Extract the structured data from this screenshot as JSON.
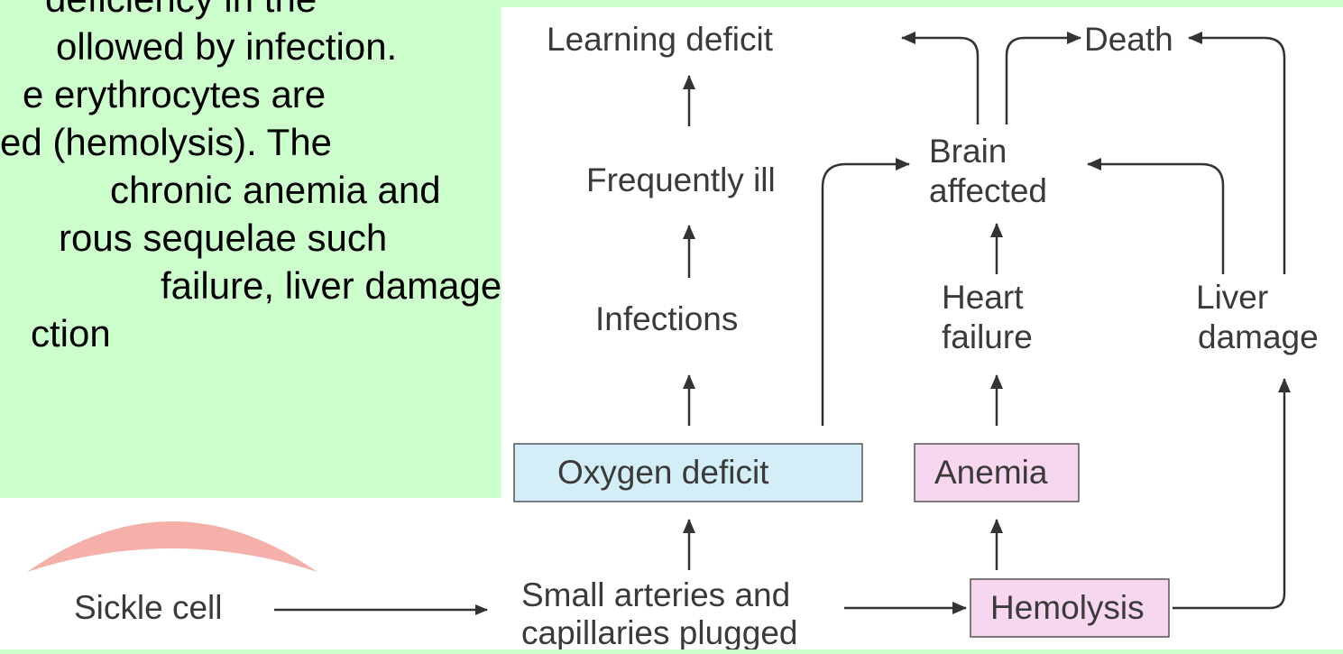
{
  "slide_text": {
    "lines": [
      "deficiency in the",
      "ollowed by infection.",
      "e erythrocytes are",
      "ed (hemolysis). The",
      "chronic anemia and",
      "rous sequelae such",
      "failure, liver damage",
      "ction"
    ]
  },
  "sickle_panel": {
    "label": "Sickle cell"
  },
  "diagram": {
    "nodes": {
      "learning_deficit": "Learning deficit",
      "death": "Death",
      "frequently_ill": "Frequently ill",
      "brain_affected": [
        "Brain",
        "affected"
      ],
      "infections": "Infections",
      "heart_failure": [
        "Heart",
        "failure"
      ],
      "liver_damage": [
        "Liver",
        "damage"
      ],
      "oxygen_deficit": "Oxygen deficit",
      "anemia": "Anemia",
      "small_arteries": [
        "Small arteries and",
        "capillaries plugged"
      ],
      "hemolysis": "Hemolysis"
    },
    "colors": {
      "oxygen_box": "#d3eef6",
      "anemia_box": "#f7d6ef",
      "hemolysis_box": "#f7d6ef",
      "sickle_cell": "#f4a8a0",
      "arrow": "#333333"
    }
  }
}
